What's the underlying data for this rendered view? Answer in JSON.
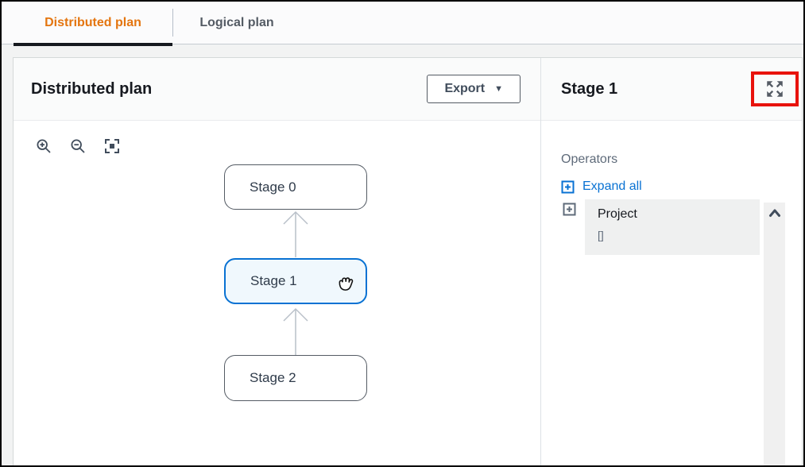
{
  "tabs": [
    {
      "label": "Distributed plan",
      "active": true
    },
    {
      "label": "Logical plan",
      "active": false
    }
  ],
  "left_panel": {
    "title": "Distributed plan",
    "export_label": "Export",
    "export_caret": "▼"
  },
  "diagram": {
    "nodes": [
      {
        "id": "stage0",
        "label": "Stage 0",
        "selected": false
      },
      {
        "id": "stage1",
        "label": "Stage 1",
        "selected": true
      },
      {
        "id": "stage2",
        "label": "Stage 2",
        "selected": false
      }
    ],
    "edges": [
      {
        "from": "stage1",
        "to": "stage0"
      },
      {
        "from": "stage2",
        "to": "stage1"
      }
    ]
  },
  "right_panel": {
    "title": "Stage 1",
    "operators_label": "Operators",
    "expand_all_label": "Expand all",
    "operators": [
      {
        "name": "Project",
        "detail": "[]"
      }
    ]
  },
  "icons": {
    "zoom_in": "magnifier-plus",
    "zoom_out": "magnifier-minus",
    "fit_view": "corner-brackets-square",
    "export_caret": "caret-down",
    "expand_panel": "four-arrows-outward",
    "expand_all": "plus-square",
    "operator_toggle": "plus-square",
    "scroll_up": "chevron-up",
    "grab_hand": "open-hand-cursor"
  },
  "colors": {
    "tab_active": "#e4750f",
    "tab_inactive": "#545b64",
    "active_underline": "#16191f",
    "link_blue": "#0972d3",
    "selected_node_bg": "#f0f8fd",
    "selected_node_border": "#0972d3",
    "node_border": "#545b64",
    "edge": "#b9c0c9",
    "annotation_red": "#e8120c",
    "header_bg": "#fafbfb",
    "operator_card_bg": "#eff0f0"
  }
}
